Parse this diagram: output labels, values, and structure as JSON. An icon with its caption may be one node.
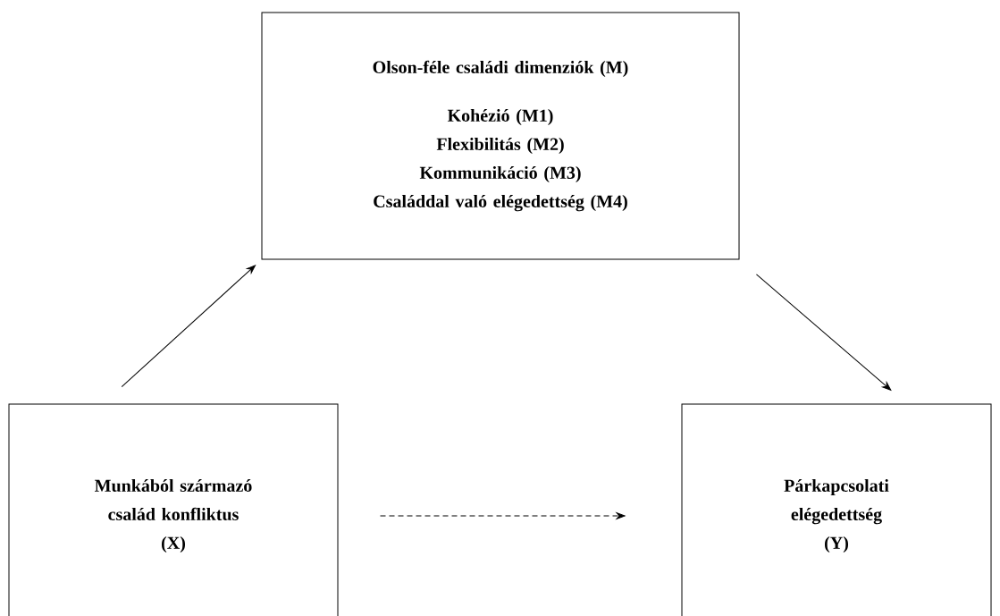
{
  "diagram": {
    "nodes": [
      {
        "text": [
          "Olson-féle családi dimenziók (M)",
          "Kohézió (M1)",
          "Flexibilitás (M2)",
          "Kommunikáció (M3)",
          "Családdal való elégedettség (M4)"
        ]
      },
      {
        "text": [
          "Munkából származó család konfliktus",
          "(X)"
        ]
      },
      {
        "text": [
          "Párkapcsolati elégedettség",
          "(Y)"
        ]
      }
    ],
    "edges": [
      {
        "from": 1,
        "to": 0,
        "arrow": "to"
      },
      {
        "from": 0,
        "to": 2,
        "arrow": "to"
      },
      {
        "from": 1,
        "to": 2,
        "arrow": "to",
        "style": "dashed"
      }
    ]
  }
}
